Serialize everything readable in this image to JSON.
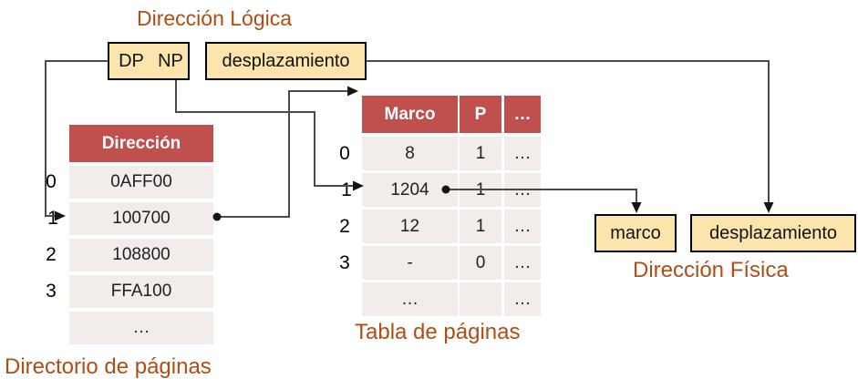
{
  "title": "Dirección Lógica",
  "logical_address": {
    "dp": "DP",
    "np": "NP",
    "offset": "desplazamiento"
  },
  "directory": {
    "caption": "Directorio de páginas",
    "header": "Dirección",
    "indices": [
      "0",
      "1",
      "2",
      "3"
    ],
    "rows": [
      "0AFF00",
      "100700",
      "108800",
      "FFA100",
      "…"
    ]
  },
  "page_table": {
    "caption": "Tabla de páginas",
    "headers": [
      "Marco",
      "P",
      "…"
    ],
    "indices": [
      "0",
      "1",
      "2",
      "3"
    ],
    "rows": [
      {
        "marco": "8",
        "p": "1",
        "extra": "…"
      },
      {
        "marco": "1204",
        "p": "1",
        "extra": "…"
      },
      {
        "marco": "12",
        "p": "1",
        "extra": "…"
      },
      {
        "marco": "-",
        "p": "0",
        "extra": "…"
      },
      {
        "marco": "…",
        "p": "",
        "extra": "…"
      }
    ]
  },
  "physical_address": {
    "caption": "Dirección Física",
    "marco": "marco",
    "offset": "desplazamiento"
  },
  "colors": {
    "accent_red": "#c0504d",
    "row_fill": "#f2eceb",
    "box_fill": "#fce5ac",
    "caption_brown": "#b04d15",
    "line": "#4a4a4a"
  }
}
